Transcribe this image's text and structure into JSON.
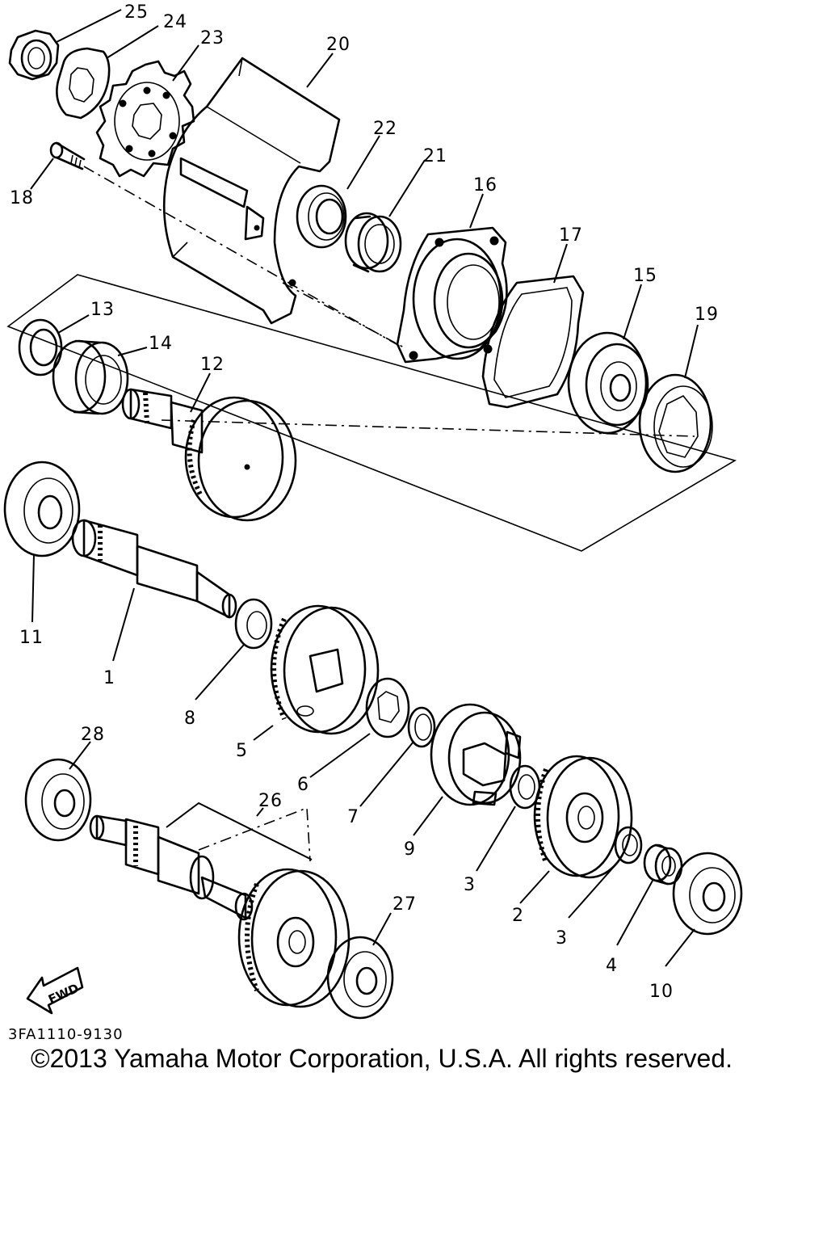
{
  "callouts": [
    "25",
    "24",
    "23",
    "20",
    "22",
    "21",
    "18",
    "16",
    "17",
    "15",
    "13",
    "14",
    "19",
    "12",
    "11",
    "1",
    "8",
    "5",
    "6",
    "7",
    "9",
    "3",
    "28",
    "26",
    "27",
    "2",
    "4",
    "10"
  ],
  "fwd_label": "FWD",
  "diagram_code": "3FA1110-9130",
  "copyright": "©2013 Yamaha Motor Corporation, U.S.A. All rights reserved."
}
